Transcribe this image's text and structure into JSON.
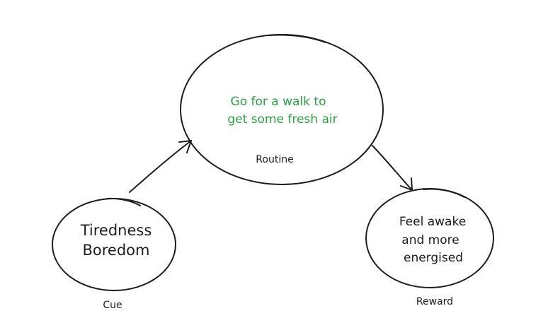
{
  "colors": {
    "stroke": "#1e1e1e",
    "text": "#1e1e1e",
    "highlight": "#2f9e44"
  },
  "nodes": {
    "cue": {
      "lines": [
        "Tiredness",
        "Boredom"
      ],
      "label": "Cue"
    },
    "routine": {
      "lines": [
        "Go for a walk to",
        "get some fresh air"
      ],
      "label": "Routine"
    },
    "reward": {
      "lines": [
        "Feel awake",
        "and more",
        "energised"
      ],
      "label": "Reward"
    }
  }
}
